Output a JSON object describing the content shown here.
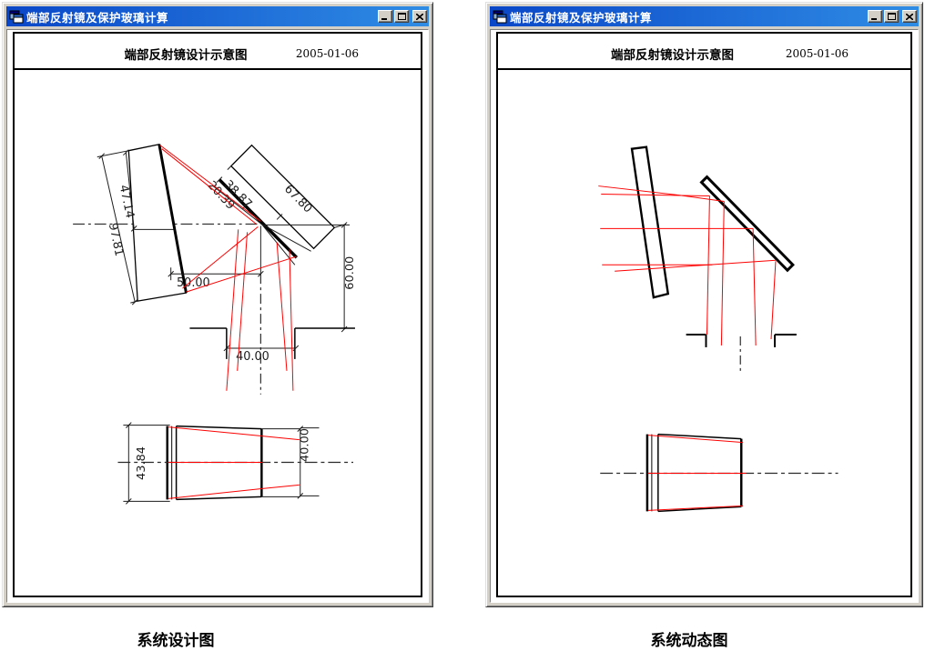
{
  "left_window": {
    "title": "端部反射镜及保护玻璃计算",
    "heading": "端部反射镜设计示意图",
    "date": "2005-01-06",
    "caption": "系统设计图",
    "dims": {
      "mirror_len": "97.81",
      "mirror_half": "47.14",
      "glass_gap": "20.39",
      "glass_len": "38.87",
      "end_mirror_len": "67.80",
      "axis_height": "60.00",
      "mirror_offset": "50.00",
      "aperture_width": "40.00",
      "tube_front": "43.84",
      "tube_back": "40.00"
    }
  },
  "right_window": {
    "title": "端部反射镜及保护玻璃计算",
    "heading": "端部反射镜设计示意图",
    "date": "2005-01-06",
    "caption": "系统动态图"
  },
  "window_controls": {
    "minimize": "minimize-icon",
    "maximize": "maximize-icon",
    "close": "close-icon",
    "app_icon": "forms-stack-icon"
  },
  "colors": {
    "titlebar_gradient_start": "#0a47c8",
    "titlebar_gradient_end": "#2f8ce4",
    "chrome_face": "#d4d0c8",
    "client_bg": "#ffffff",
    "ray_red": "#ff0000",
    "drawing_black": "#000000"
  }
}
